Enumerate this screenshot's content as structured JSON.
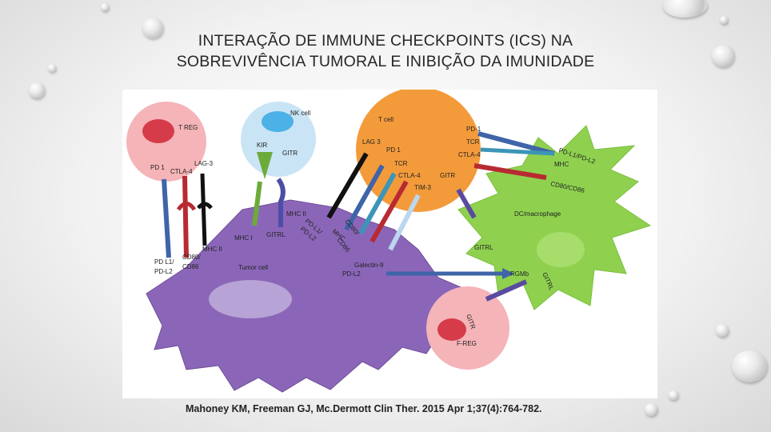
{
  "slide": {
    "title_line1": "INTERAÇÃO DE IMMUNE CHECKPOINTS  (ICS) NA",
    "title_line2": "SOBREVIVÊNCIA TUMORAL E INIBIÇÃO DA IMUNIDADE",
    "citation": "Mahoney KM, Freeman GJ, Mc.Dermott Clin Ther. 2015 Apr 1;37(4):764-782."
  },
  "figure": {
    "cells": {
      "treg": "T REG",
      "nk": "NK cell",
      "tcell": "T cell",
      "dc": "DC/macrophage",
      "tumor": "Tumor cell",
      "freg": "F-REG"
    },
    "treg_labels": {
      "lag3": "LAG-3",
      "pd1": "PD 1",
      "ctla4": "CTLA-4"
    },
    "nk_labels": {
      "kir": "KIR",
      "gitr": "GITR"
    },
    "tcell_labels": {
      "lag3": "LAG 3",
      "pd1_left": "PD 1",
      "tcr": "TCR",
      "ctla4": "CTLA-4",
      "tim3": "TIM-3",
      "gitr": "GITR",
      "pd1_right": "PD-1",
      "tcr_right": "TCR",
      "ctla4_right": "CTLA-4"
    },
    "dc_labels": {
      "pdl1pdl2": "PD-L1/PD-L2",
      "mhc": "MHC",
      "cd80cd86": "CD80/CD86",
      "gitrl": "GITRL",
      "gitrl_right": "GITRL"
    },
    "tumor_labels": {
      "pdl1_l1": "PD L1/",
      "pdl1_l2": "PD-L2",
      "cd80_l1": "CD80/",
      "cd80_l2": "CD86",
      "mhc_ii": "MHC II",
      "mhc_i": "MHC I",
      "gitrl": "GITRL",
      "mhc_ii_top": "MHC II",
      "pdl1_diag": "PD-L1/",
      "pdl2_diag": "PD-L2",
      "mhc_diag": "MHC",
      "cd80_diag": "CD80/",
      "cd86_diag": "CD86",
      "galectin": "Galectin-9",
      "pdl2": "PD-L2",
      "rgmb": "RGMb"
    },
    "freg_labels": {
      "gitr": "GITR"
    }
  }
}
